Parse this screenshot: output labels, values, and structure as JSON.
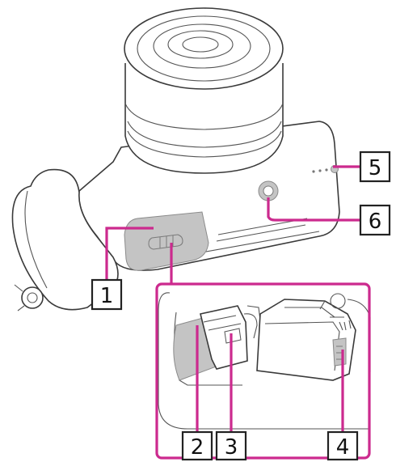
{
  "labels": [
    {
      "id": "1",
      "text": "1"
    },
    {
      "id": "2",
      "text": "2"
    },
    {
      "id": "3",
      "text": "3"
    },
    {
      "id": "4",
      "text": "4"
    },
    {
      "id": "5",
      "text": "5"
    },
    {
      "id": "6",
      "text": "6"
    }
  ],
  "colors": {
    "leader": "#cc2a8e",
    "highlight": "#c4c4c4",
    "outline": "#3a3a3a"
  }
}
